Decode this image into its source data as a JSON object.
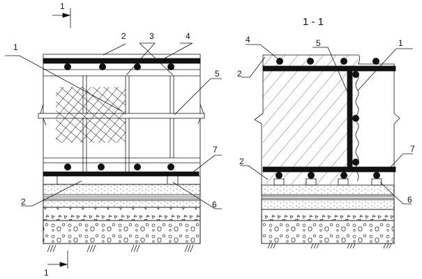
{
  "section_marks": {
    "top": "1",
    "bottom": "1"
  },
  "right_title": "1 - 1",
  "left_labels": {
    "mesh": "1",
    "concrete_top": "2",
    "stirrups": "3",
    "top_rebar": "4",
    "tie": "5",
    "bottom_rebar": "7",
    "spacer": "6",
    "concrete_bottom": "2"
  },
  "right_labels": {
    "top_rebar": "4",
    "concrete_top": "2",
    "tie": "5",
    "mesh": "1",
    "concrete_bottom": "2",
    "bottom_rebar": "7",
    "spacer": "6"
  }
}
